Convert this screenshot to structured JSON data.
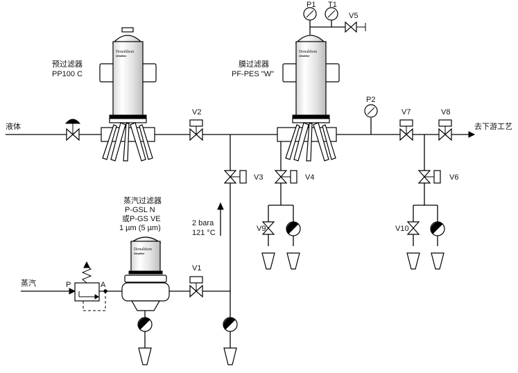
{
  "labels": {
    "liquid": "液体",
    "downstream": "去下游工艺",
    "steam": "蒸汽",
    "prefilter_line1": "预过滤器",
    "prefilter_line2": "PP100 C",
    "membrane_line1": "膜过滤器",
    "membrane_line2": "PF-PES \"W\"",
    "steam_filter_line1": "蒸汽过滤器",
    "steam_filter_line2": "P-GSL N",
    "steam_filter_line3": "或P-GS VE",
    "steam_filter_line4": "1 µm (5 µm)",
    "pressure": "2 bara",
    "temperature": "121 °C",
    "regulator_in": "P",
    "regulator_out": "A",
    "brand": "Donaldson",
    "brand_sub": "Ultrafilter"
  },
  "instruments": {
    "p1": "P1",
    "t1": "T1",
    "p2": "P2"
  },
  "valves": {
    "v1": "V1",
    "v2": "V2",
    "v3": "V3",
    "v4": "V4",
    "v5": "V5",
    "v6": "V6",
    "v7": "V7",
    "v8": "V8",
    "v9": "V9",
    "v10": "V10"
  }
}
